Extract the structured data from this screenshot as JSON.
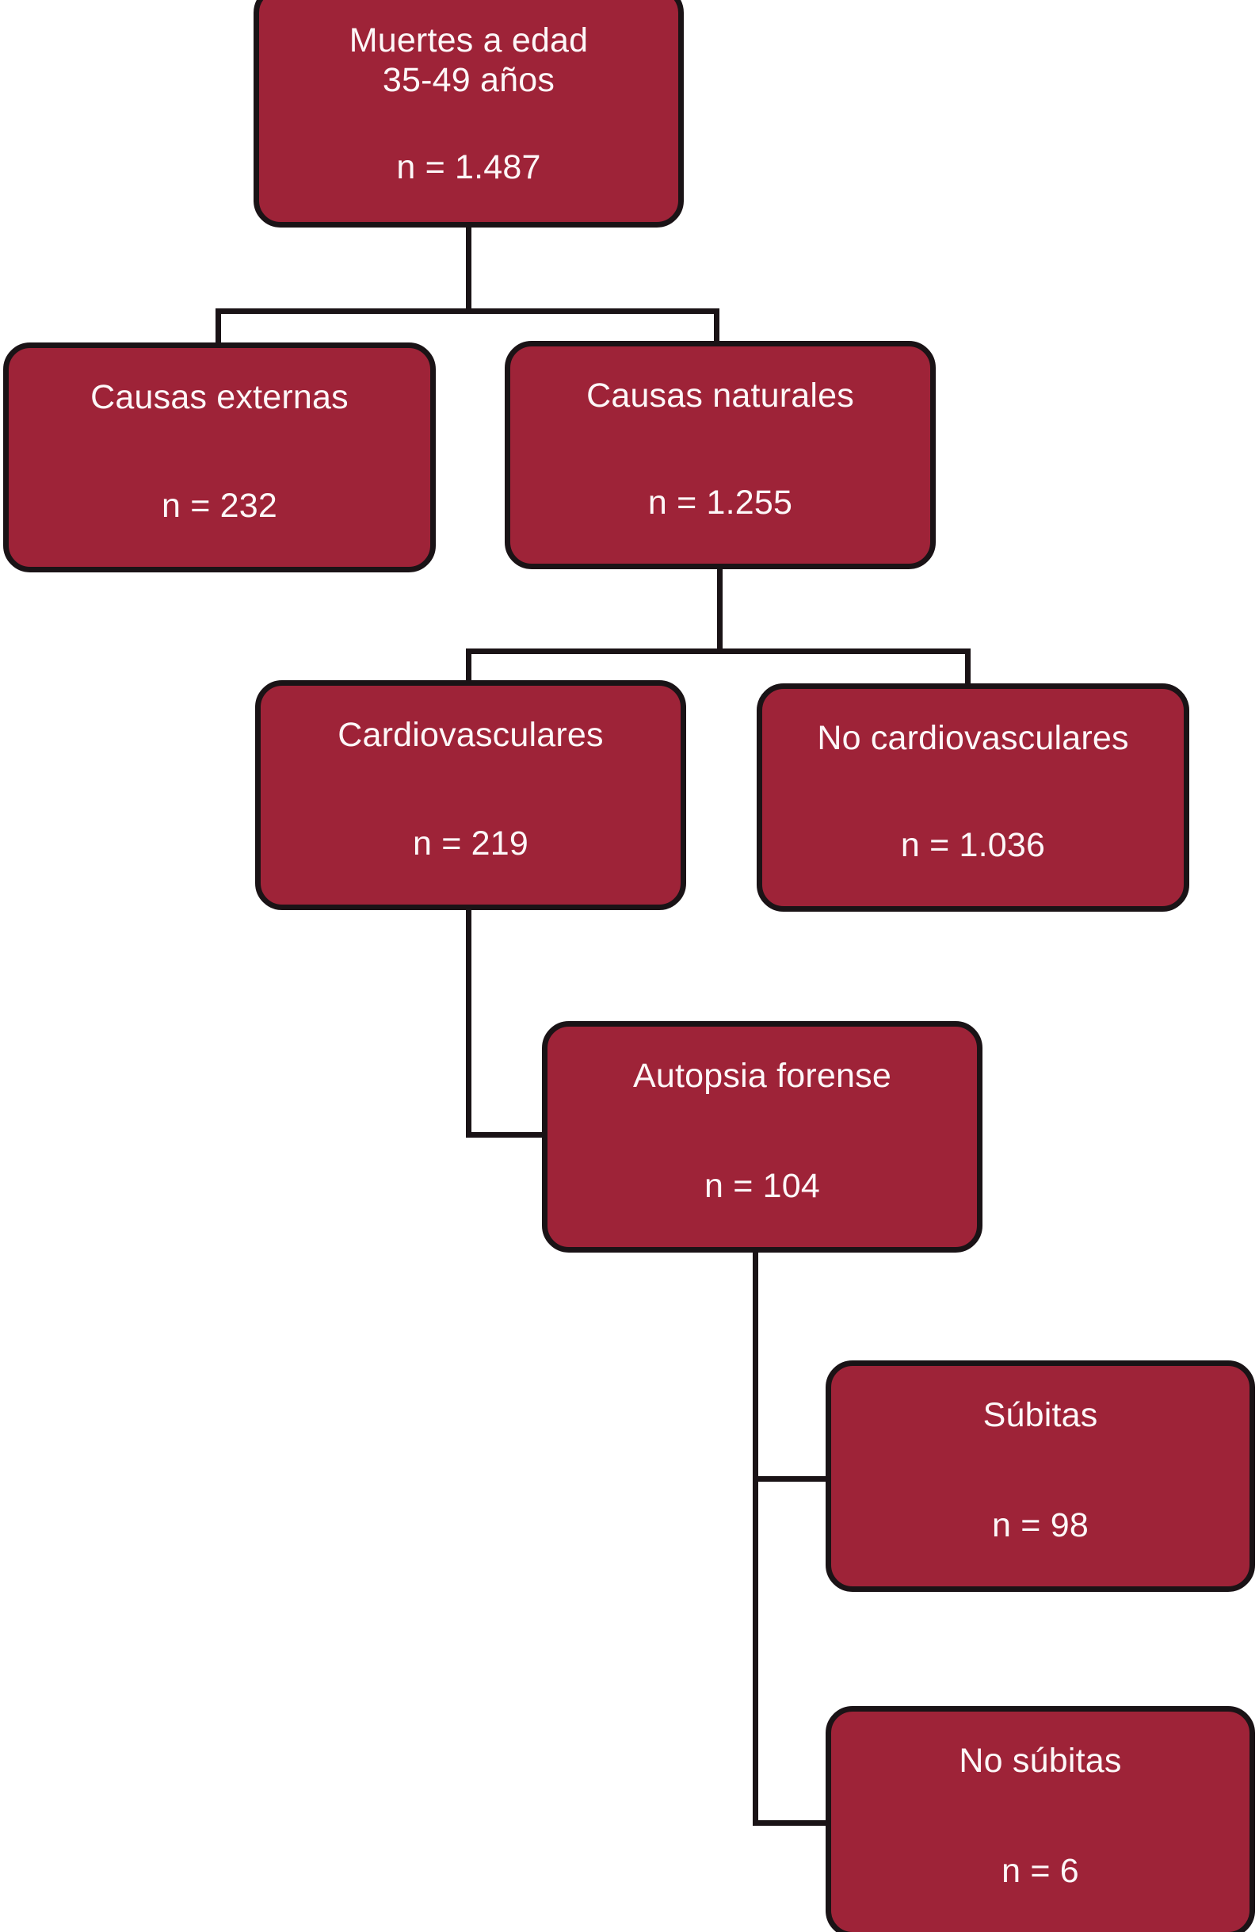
{
  "diagram": {
    "type": "flowchart",
    "language": "es",
    "palette": {
      "node_fill": "#9E2338",
      "node_border": "#1a1316",
      "node_text": "#fdf7f8",
      "connector": "#1a1316",
      "background": "#ffffff"
    },
    "nodes": [
      {
        "id": "muertes",
        "title": "Muertes a edad\n35-49 años",
        "count": "n = 1.487"
      },
      {
        "id": "causas-externas",
        "title": "Causas externas",
        "count": "n = 232"
      },
      {
        "id": "causas-naturales",
        "title": "Causas naturales",
        "count": "n = 1.255"
      },
      {
        "id": "cardiovasculares",
        "title": "Cardiovasculares",
        "count": "n = 219"
      },
      {
        "id": "no-cardiovasculares",
        "title": "No cardiovasculares",
        "count": "n = 1.036"
      },
      {
        "id": "autopsia-forense",
        "title": "Autopsia forense",
        "count": "n = 104"
      },
      {
        "id": "subitas",
        "title": "Súbitas",
        "count": "n = 98"
      },
      {
        "id": "no-subitas",
        "title": "No súbitas",
        "count": "n = 6"
      }
    ],
    "edges": [
      {
        "from": "muertes",
        "to": "causas-externas"
      },
      {
        "from": "muertes",
        "to": "causas-naturales"
      },
      {
        "from": "causas-naturales",
        "to": "cardiovasculares"
      },
      {
        "from": "causas-naturales",
        "to": "no-cardiovasculares"
      },
      {
        "from": "cardiovasculares",
        "to": "autopsia-forense"
      },
      {
        "from": "autopsia-forense",
        "to": "subitas"
      },
      {
        "from": "autopsia-forense",
        "to": "no-subitas"
      }
    ]
  }
}
